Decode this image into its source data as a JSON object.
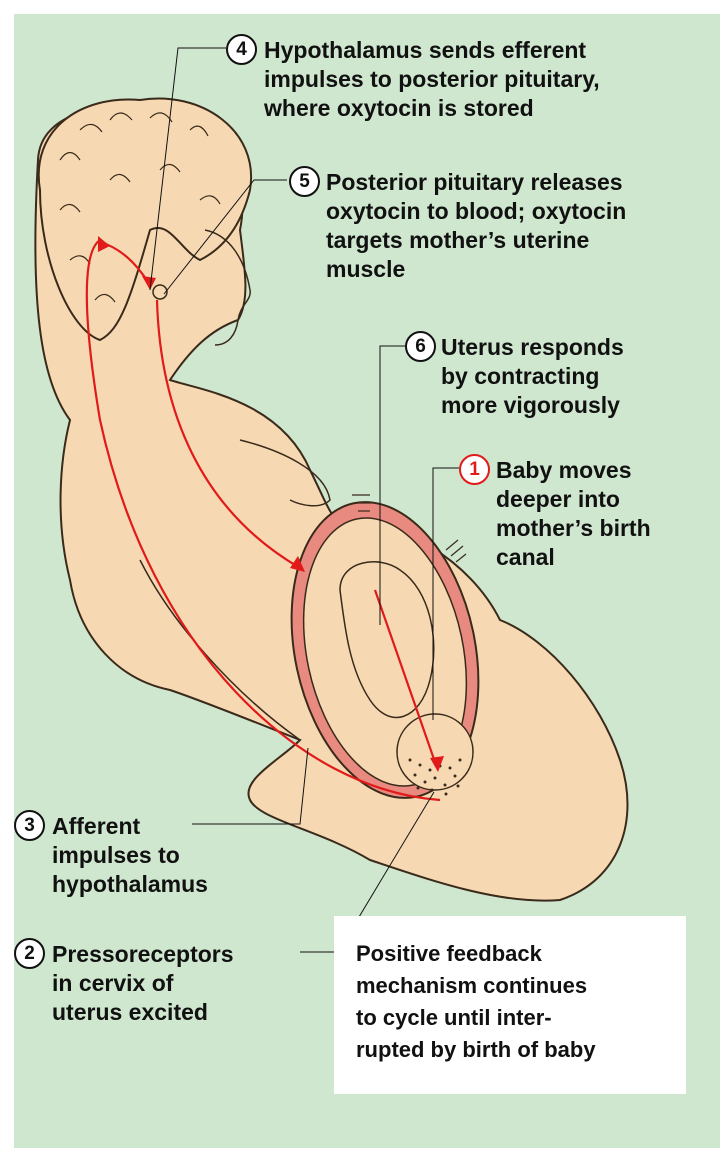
{
  "colors": {
    "background": "#cfe6cf",
    "skin": "#f6d9b3",
    "outline": "#3a2a1a",
    "uterus_wall": "#e88a80",
    "arrow": "#e11a1a",
    "note_box": "#ffffff"
  },
  "steps": [
    {
      "number": "1",
      "text": "Baby moves\ndeeper into\nmother’s birth\ncanal"
    },
    {
      "number": "2",
      "text": "Pressoreceptors\nin cervix of\nuterus excited"
    },
    {
      "number": "3",
      "text": "Afferent\nimpulses to\nhypothalamus"
    },
    {
      "number": "4",
      "text": "Hypothalamus sends efferent\nimpulses to posterior pituitary,\nwhere oxytocin is stored"
    },
    {
      "number": "5",
      "text": "Posterior pituitary releases\noxytocin to blood; oxytocin\ntargets mother’s uterine\nmuscle"
    },
    {
      "number": "6",
      "text": "Uterus responds\nby contracting\nmore vigorously"
    }
  ],
  "note": {
    "text": "Positive feedback\nmechanism continues\nto cycle until inter-\nrupted by birth of baby"
  }
}
